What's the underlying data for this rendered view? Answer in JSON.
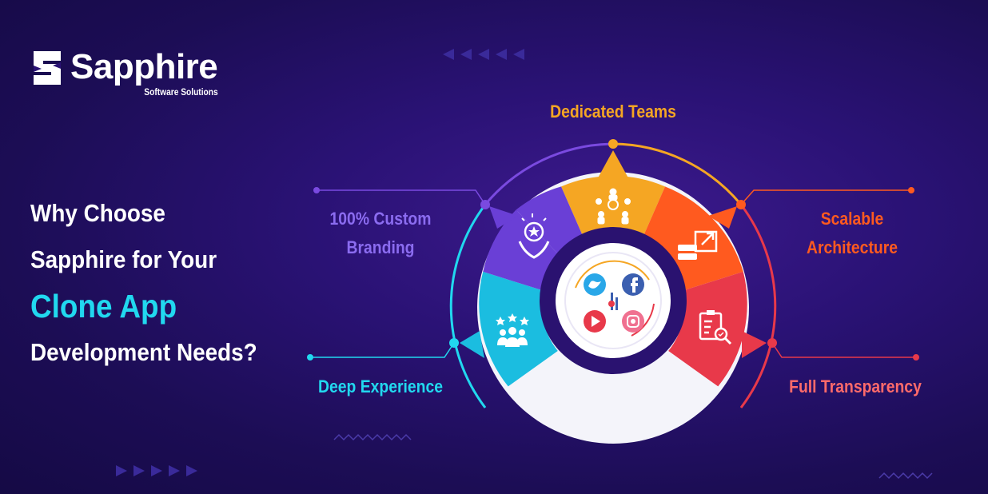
{
  "brand": {
    "name": "Sapphire",
    "tagline": "Software Solutions",
    "logo_icon": "s-logo-icon"
  },
  "headline": {
    "line1": "Why Choose",
    "line2": "Sapphire for Your",
    "line3": "Clone App",
    "line4": "Development Needs?"
  },
  "features": {
    "top": "Dedicated Teams",
    "branding_line1": "100% Custom",
    "branding_line2": "Branding",
    "scalable_line1": "Scalable",
    "scalable_line2": "Architecture",
    "experience": "Deep Experience",
    "transparency": "Full Transparency"
  },
  "colors": {
    "background": "#1c0d55",
    "accent_cyan": "#21d8ef",
    "orange_yellow": "#f5a623",
    "orange": "#ff5a1f",
    "red": "#e8394a",
    "purple": "#6a3fd6",
    "label_purple": "#8b6cf0",
    "label_red": "#ff6a6a"
  },
  "icons": [
    "team-network-icon",
    "award-hands-icon",
    "server-scale-icon",
    "checklist-search-icon",
    "stars-group-icon",
    "twitter-icon",
    "facebook-icon",
    "youtube-icon",
    "instagram-icon"
  ]
}
